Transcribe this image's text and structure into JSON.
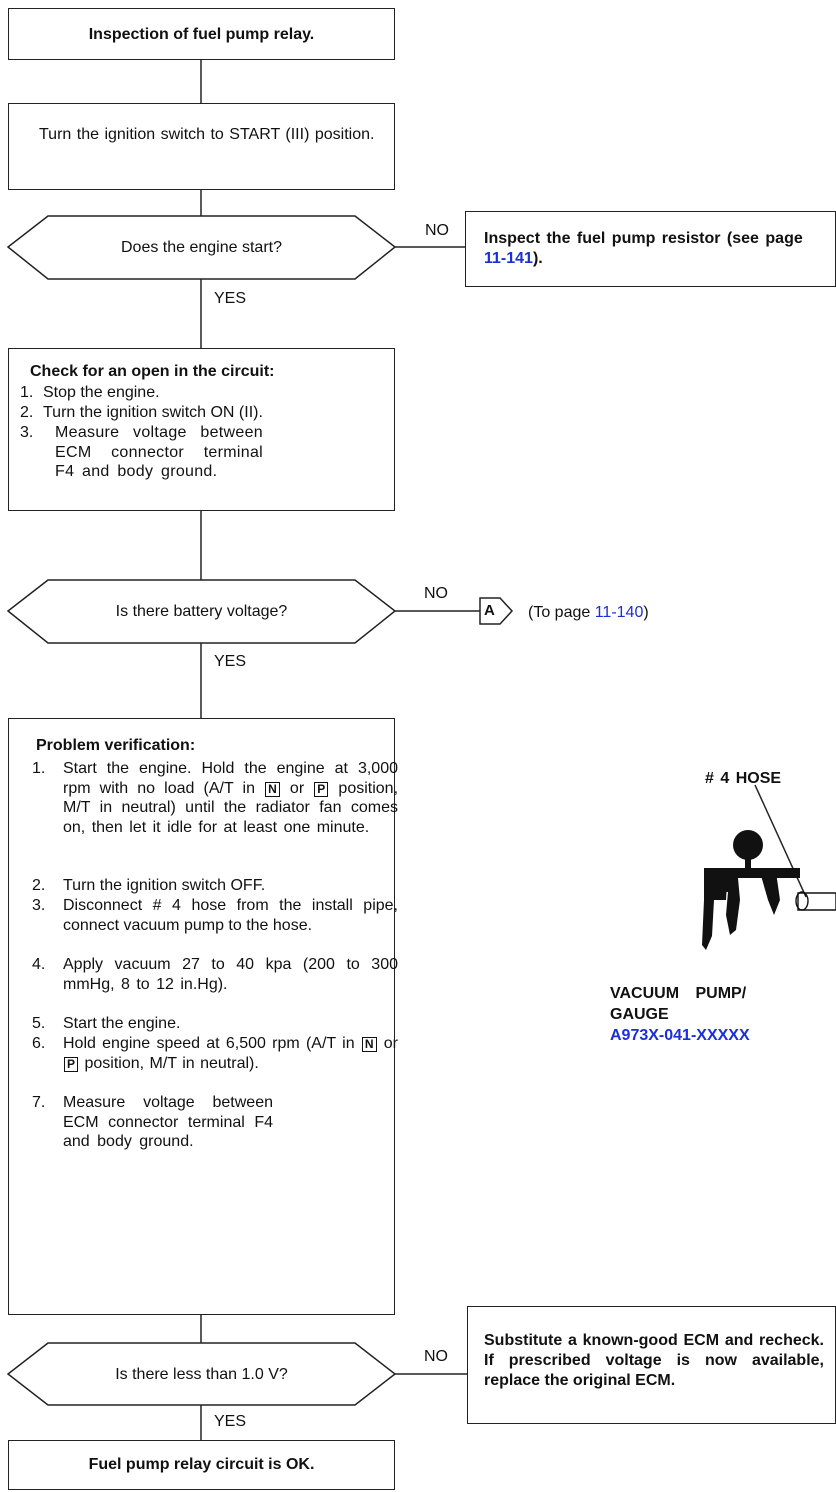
{
  "steps": {
    "s1": "Inspection of fuel pump relay.",
    "s2": "Turn the ignition switch to START (III) position.",
    "d1": "Does the engine start?",
    "no1": {
      "pre": "Inspect the fuel pump resistor (see page ",
      "link": "11-141",
      "post": ")."
    },
    "s3": {
      "title": "Check for an open in the circuit:",
      "items": [
        "Stop the engine.",
        "Turn the ignition switch ON (II).",
        "Measure voltage between ECM connector terminal F4 and body ground."
      ]
    },
    "d2": "Is there battery voltage?",
    "connector": "A",
    "no2": {
      "pre": "(To page ",
      "link": "11-140",
      "post": ")"
    },
    "s4": {
      "title": "Problem verification:",
      "item1": {
        "a": "Start the engine. Hold the engine at 3,000 rpm with no load (A/T in",
        "k1": "N",
        "or": "or",
        "k2": "P",
        "b": "position, M/T in neutral) until the radiator fan comes on, then let it idle for at least one minute."
      },
      "item2": "Turn the ignition switch OFF.",
      "item3": "Disconnect # 4 hose from the install pipe, connect vacuum pump to the hose.",
      "item4": "Apply vacuum 27 to 40 kpa (200 to 300 mmHg, 8 to 12 in.Hg).",
      "item5": "Start the engine.",
      "item6": {
        "a": "Hold engine speed at 6,500 rpm (A/T in",
        "k1": "N",
        "or": "or",
        "k2": "P",
        "b": "position, M/T in neutral)."
      },
      "item7": "Measure voltage between ECM connector terminal F4 and body ground."
    },
    "d3": "Is there less than 1.0 V?",
    "no3": "Substitute a known-good ECM and recheck. If prescribed voltage is now available, replace the original ECM.",
    "s5": "Fuel pump relay circuit is OK."
  },
  "labels": {
    "yes": "YES",
    "no": "NO"
  },
  "nums": [
    "1.",
    "2.",
    "3.",
    "4.",
    "5.",
    "6.",
    "7."
  ],
  "figure": {
    "hose_label": "# 4  HOSE",
    "tool_name_1": "VACUUM PUMP/",
    "tool_name_2": "GAUGE",
    "tool_number": "A973X-041-XXXXX"
  },
  "colors": {
    "link": "#1a2fd6",
    "line": "#222222"
  }
}
